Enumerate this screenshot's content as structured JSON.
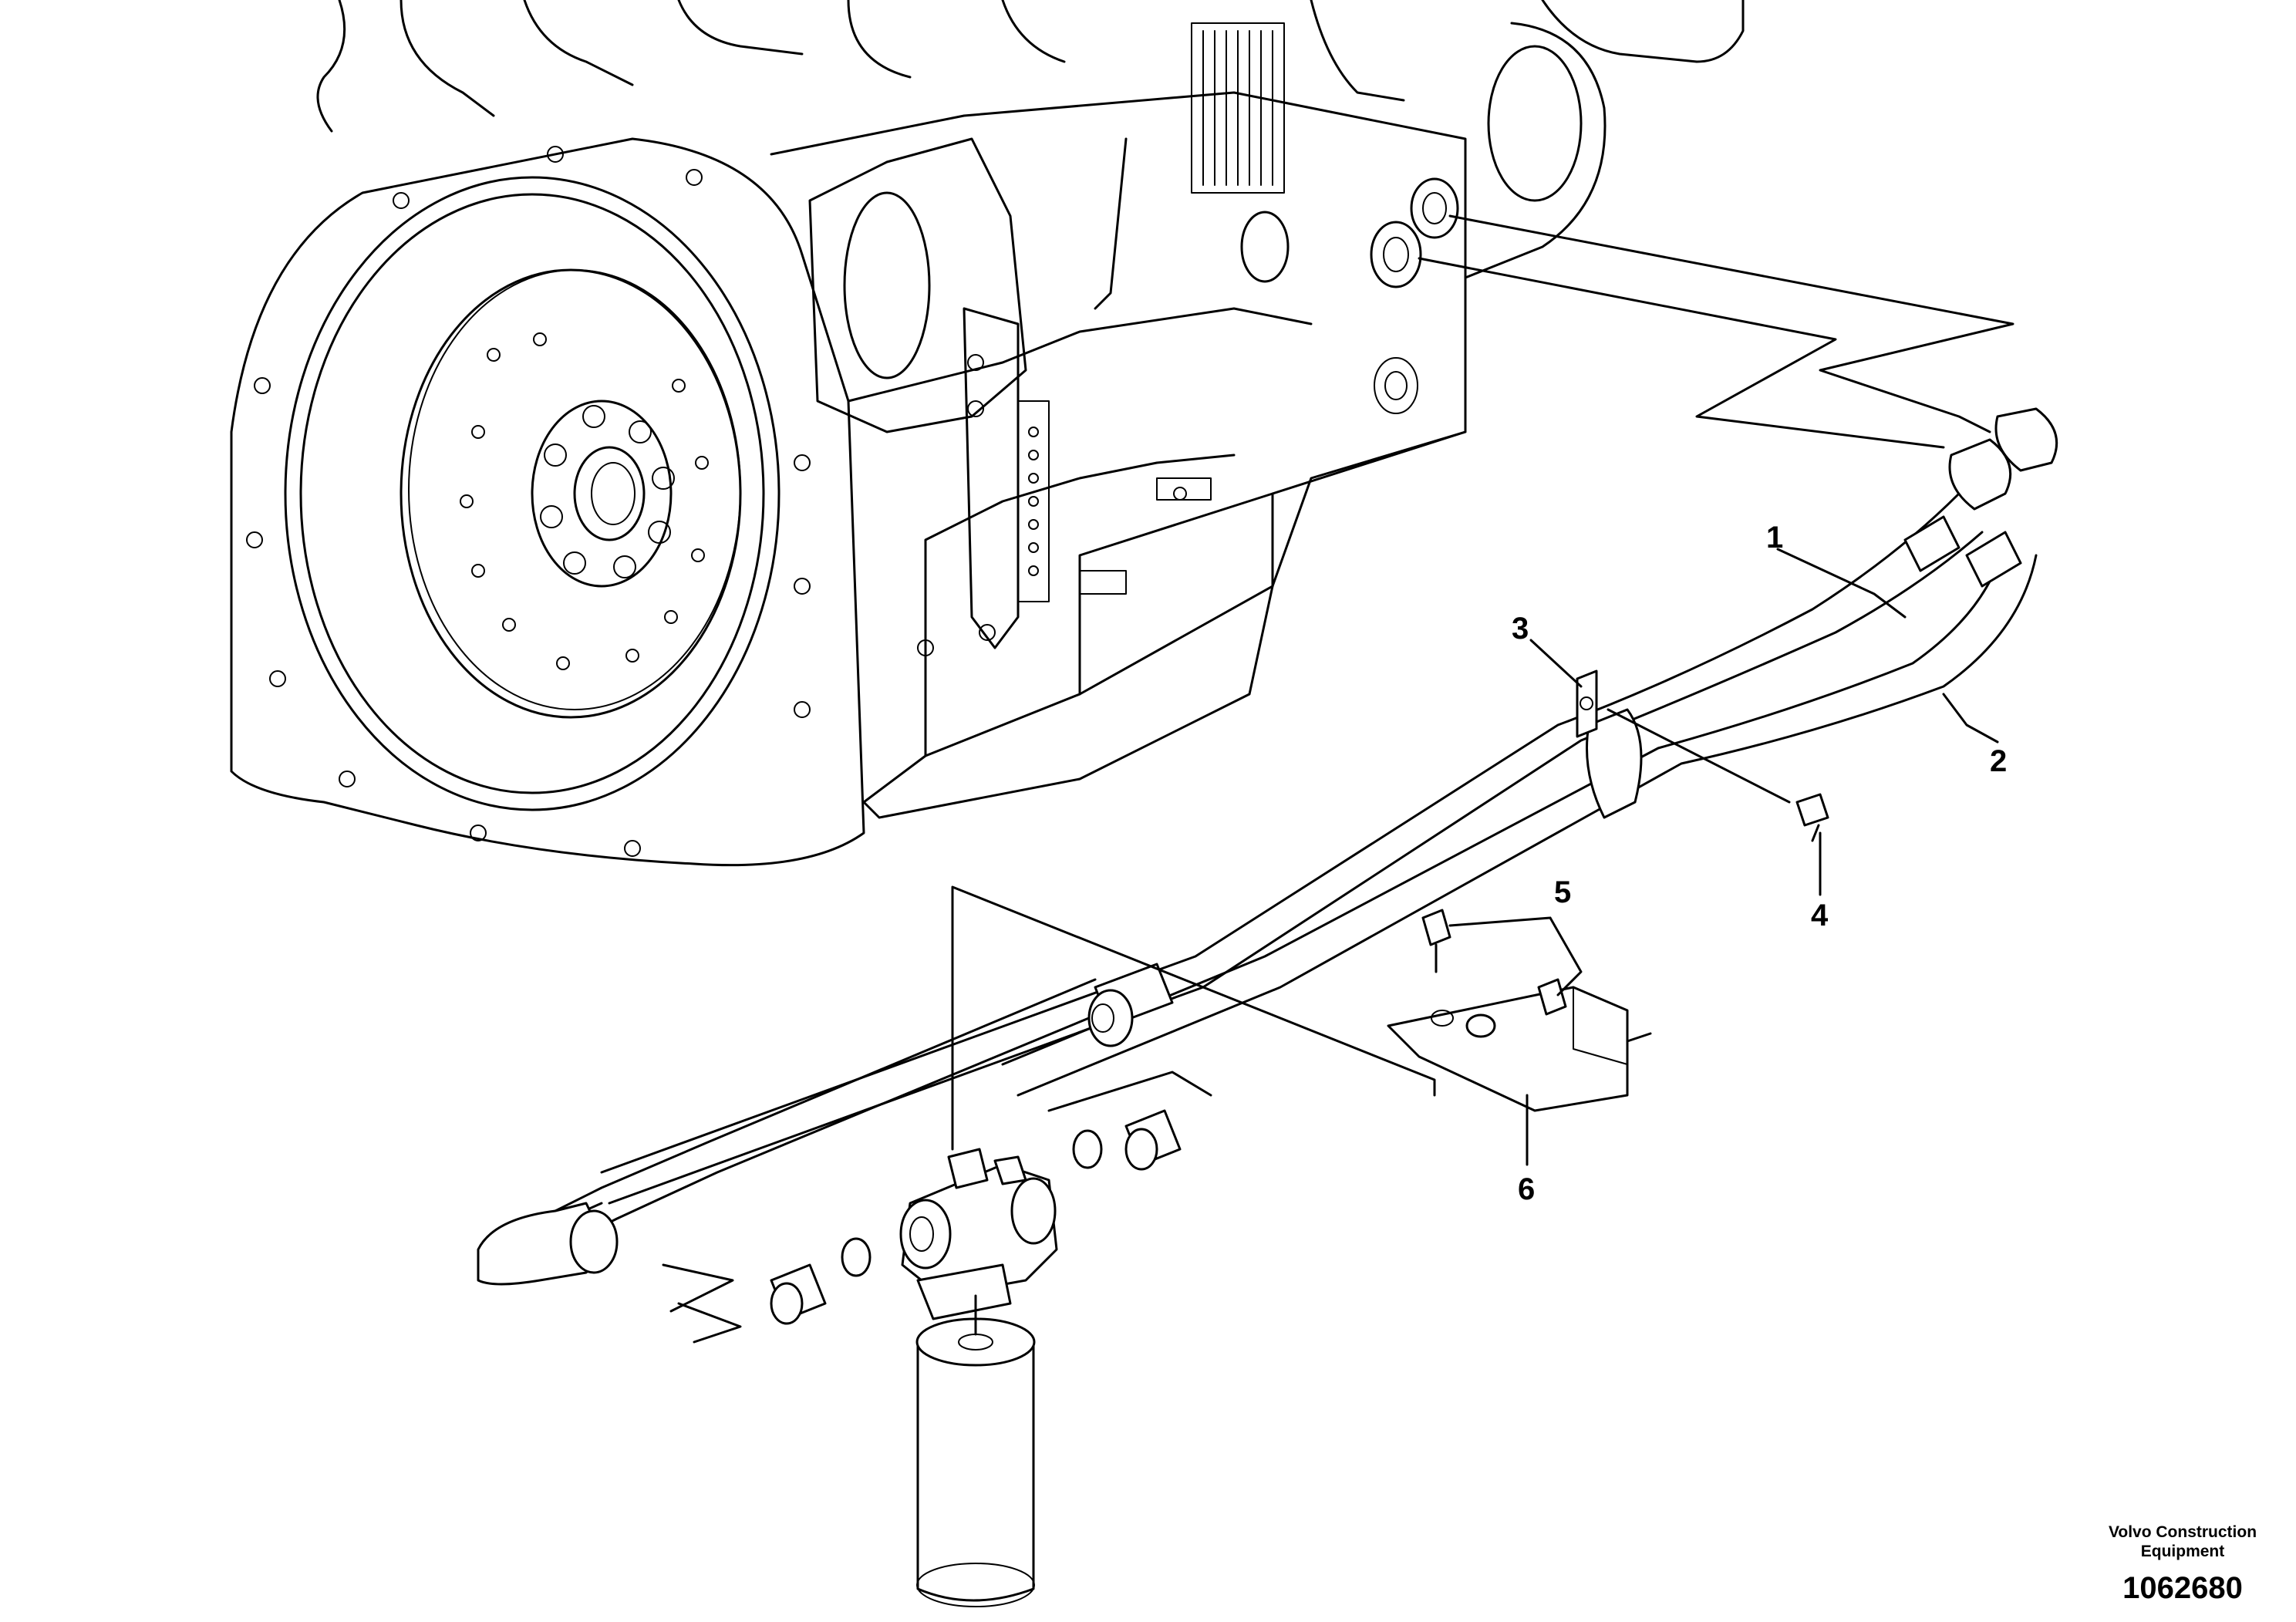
{
  "diagram": {
    "brand_line_1": "Volvo Construction",
    "brand_line_2": "Equipment",
    "document_number": "1062680",
    "callouts": [
      {
        "id": "1",
        "label": "1"
      },
      {
        "id": "2",
        "label": "2"
      },
      {
        "id": "3",
        "label": "3"
      },
      {
        "id": "4",
        "label": "4"
      },
      {
        "id": "5",
        "label": "5"
      },
      {
        "id": "6",
        "label": "6"
      }
    ],
    "colors": {
      "line": "#000000",
      "background": "#ffffff"
    }
  }
}
